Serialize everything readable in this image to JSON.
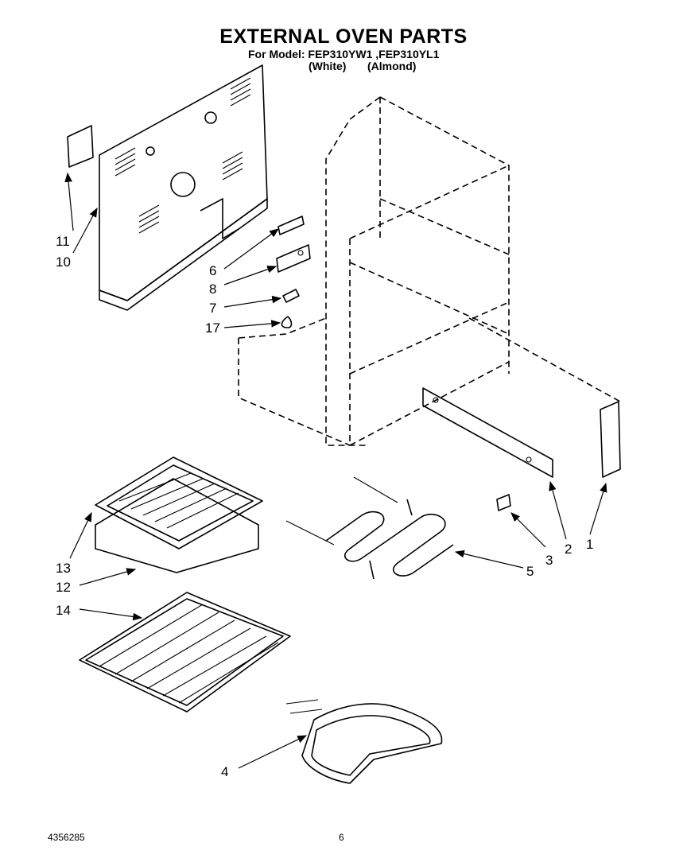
{
  "header": {
    "title": "EXTERNAL OVEN PARTS",
    "model_line": "For Model: FEP310YW1 ,FEP310YL1",
    "variant_white": "(White)",
    "variant_almond": "(Almond)"
  },
  "callouts": {
    "c1": "1",
    "c2": "2",
    "c3": "3",
    "c4": "4",
    "c5": "5",
    "c6": "6",
    "c7": "7",
    "c8": "8",
    "c10": "10",
    "c11": "11",
    "c12": "12",
    "c13": "13",
    "c14": "14",
    "c17": "17"
  },
  "footer": {
    "doc_number": "4356285",
    "page_number": "6"
  }
}
